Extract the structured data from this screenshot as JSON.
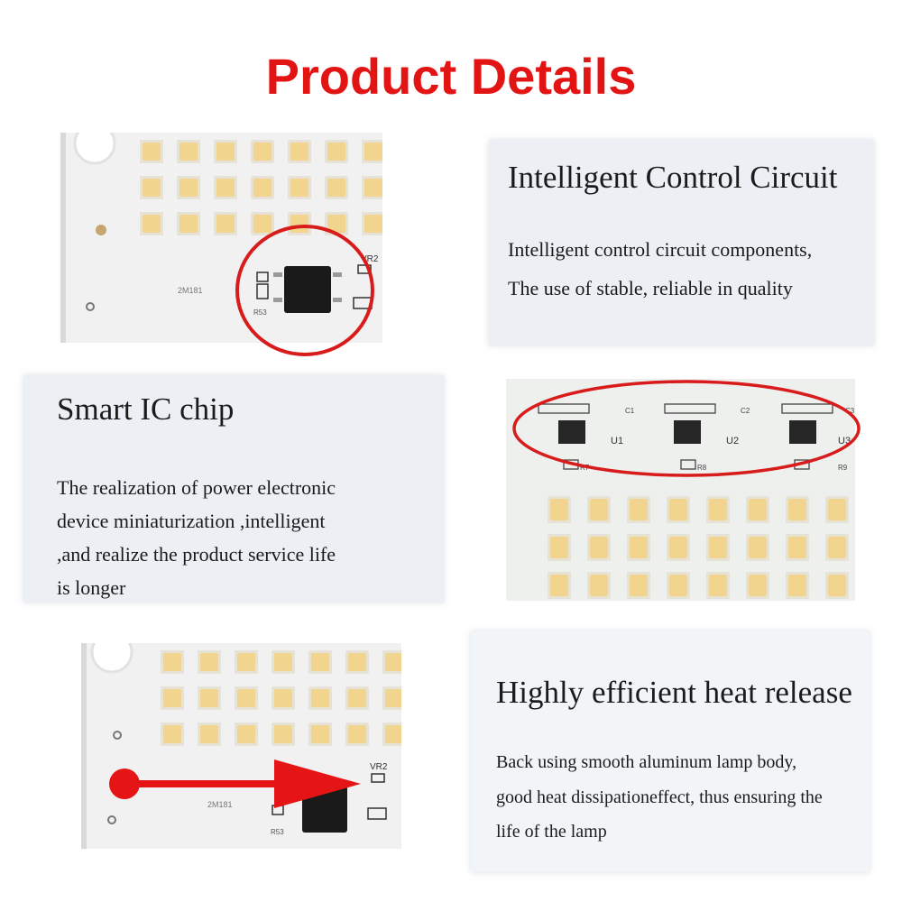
{
  "page": {
    "title": "Product Details"
  },
  "sections": {
    "control_circuit": {
      "heading": "Intelligent Control Circuit",
      "lines": [
        "Intelligent control circuit components,",
        "The use of stable, reliable in quality"
      ]
    },
    "smart_ic": {
      "heading": "Smart IC chip",
      "lines": [
        "The realization of power electronic",
        "device miniaturization ,intelligent",
        ",and realize the product service life",
        "is longer"
      ]
    },
    "heat_release": {
      "heading": "Highly efficient heat release",
      "lines": [
        "Back using smooth aluminum lamp body,",
        "good heat dissipationeffect, thus ensuring the",
        "life of the lamp"
      ]
    }
  },
  "pcb_labels": {
    "ic_photo": {
      "board": "2M181",
      "vr": "VR2",
      "r": "R53"
    },
    "control_photo": {
      "u1": "U1",
      "u2": "U2",
      "u3": "U3",
      "r7": "R7",
      "r8": "R8",
      "r9": "R9",
      "c1": "C1",
      "c2": "C2",
      "c3": "C3"
    },
    "heat_photo": {
      "board": "2M181",
      "vr": "VR2",
      "r": "R53"
    }
  },
  "colors": {
    "title": "#e31414",
    "accent_red": "#e31414",
    "panel_bg": "#ecf0f4",
    "pcb_white": "#f3f3f3",
    "led_yellow": "#f1d58e"
  }
}
